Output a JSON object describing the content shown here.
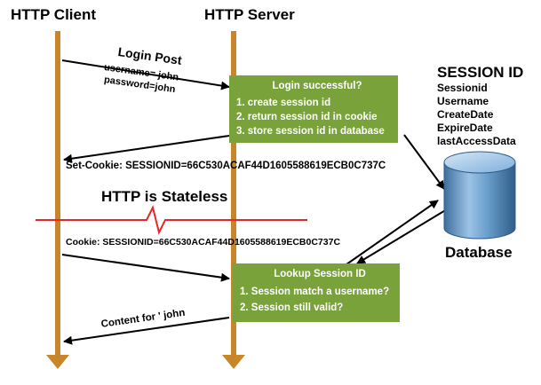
{
  "headings": {
    "client": "HTTP Client",
    "server": "HTTP Server",
    "stateless": "HTTP is Stateless",
    "database": "Database"
  },
  "messages": {
    "login_post": "Login Post",
    "username": "username= john",
    "password": "password=john",
    "set_cookie": "Set-Cookie: SESSIONID=66C530ACAF44D1605588619ECB0C737C",
    "cookie": "Cookie: SESSIONID=66C530ACAF44D1605588619ECB0C737C",
    "content": "Content for ' john"
  },
  "login_box": {
    "title": "Login successful?",
    "steps": [
      "1. create session id",
      "2. return session id in cookie",
      "3. store session id in database"
    ]
  },
  "lookup_box": {
    "title": "Lookup Session ID",
    "steps": [
      "1. Session match a username?",
      "2. Session still valid?"
    ]
  },
  "session_schema": {
    "title": "SESSION ID",
    "fields": [
      "Sessionid",
      "Username",
      "CreateDate",
      "ExpireDate",
      "lastAccessData"
    ]
  },
  "colors": {
    "lifeline": "#c8862a",
    "box": "#7aa23a",
    "separator": "#e8262a",
    "database": "#5a8fbe"
  }
}
